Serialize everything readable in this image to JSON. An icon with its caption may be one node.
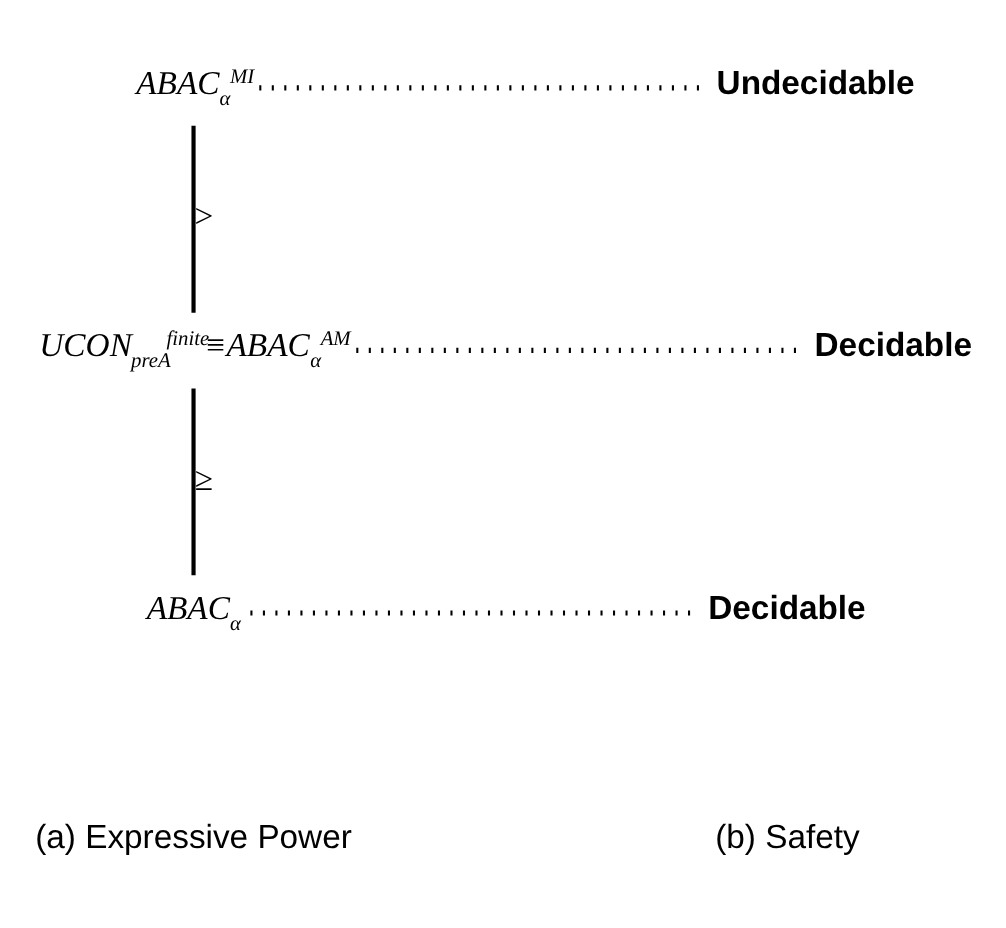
{
  "diagram": {
    "nodes": [
      {
        "text": [
          "ABAC$_{α}$$^{MI}$"
        ]
      },
      {
        "text": [
          "UCON$_{preA}$$^{finite}$≡ABAC$_{α}$$^{AM}$"
        ]
      },
      {
        "text": [
          "ABAC$_{α}$"
        ]
      },
      {
        "text": [
          "Undecidable"
        ]
      },
      {
        "text": [
          "Decidable"
        ]
      },
      {
        "text": [
          "Decidable"
        ]
      }
    ],
    "edges": [
      {
        "from": 0,
        "to": 1,
        "arrow": "none",
        "label": ">"
      },
      {
        "from": 1,
        "to": 2,
        "arrow": "none",
        "label": "≥"
      },
      {
        "from": 0,
        "to": 3,
        "arrow": "none",
        "style": "dashed"
      },
      {
        "from": 1,
        "to": 4,
        "arrow": "none",
        "style": "dashed"
      },
      {
        "from": 2,
        "to": 5,
        "arrow": "none",
        "style": "dashed"
      }
    ],
    "labels": [
      "(a) Expressive Power",
      "(b) Safety"
    ]
  }
}
